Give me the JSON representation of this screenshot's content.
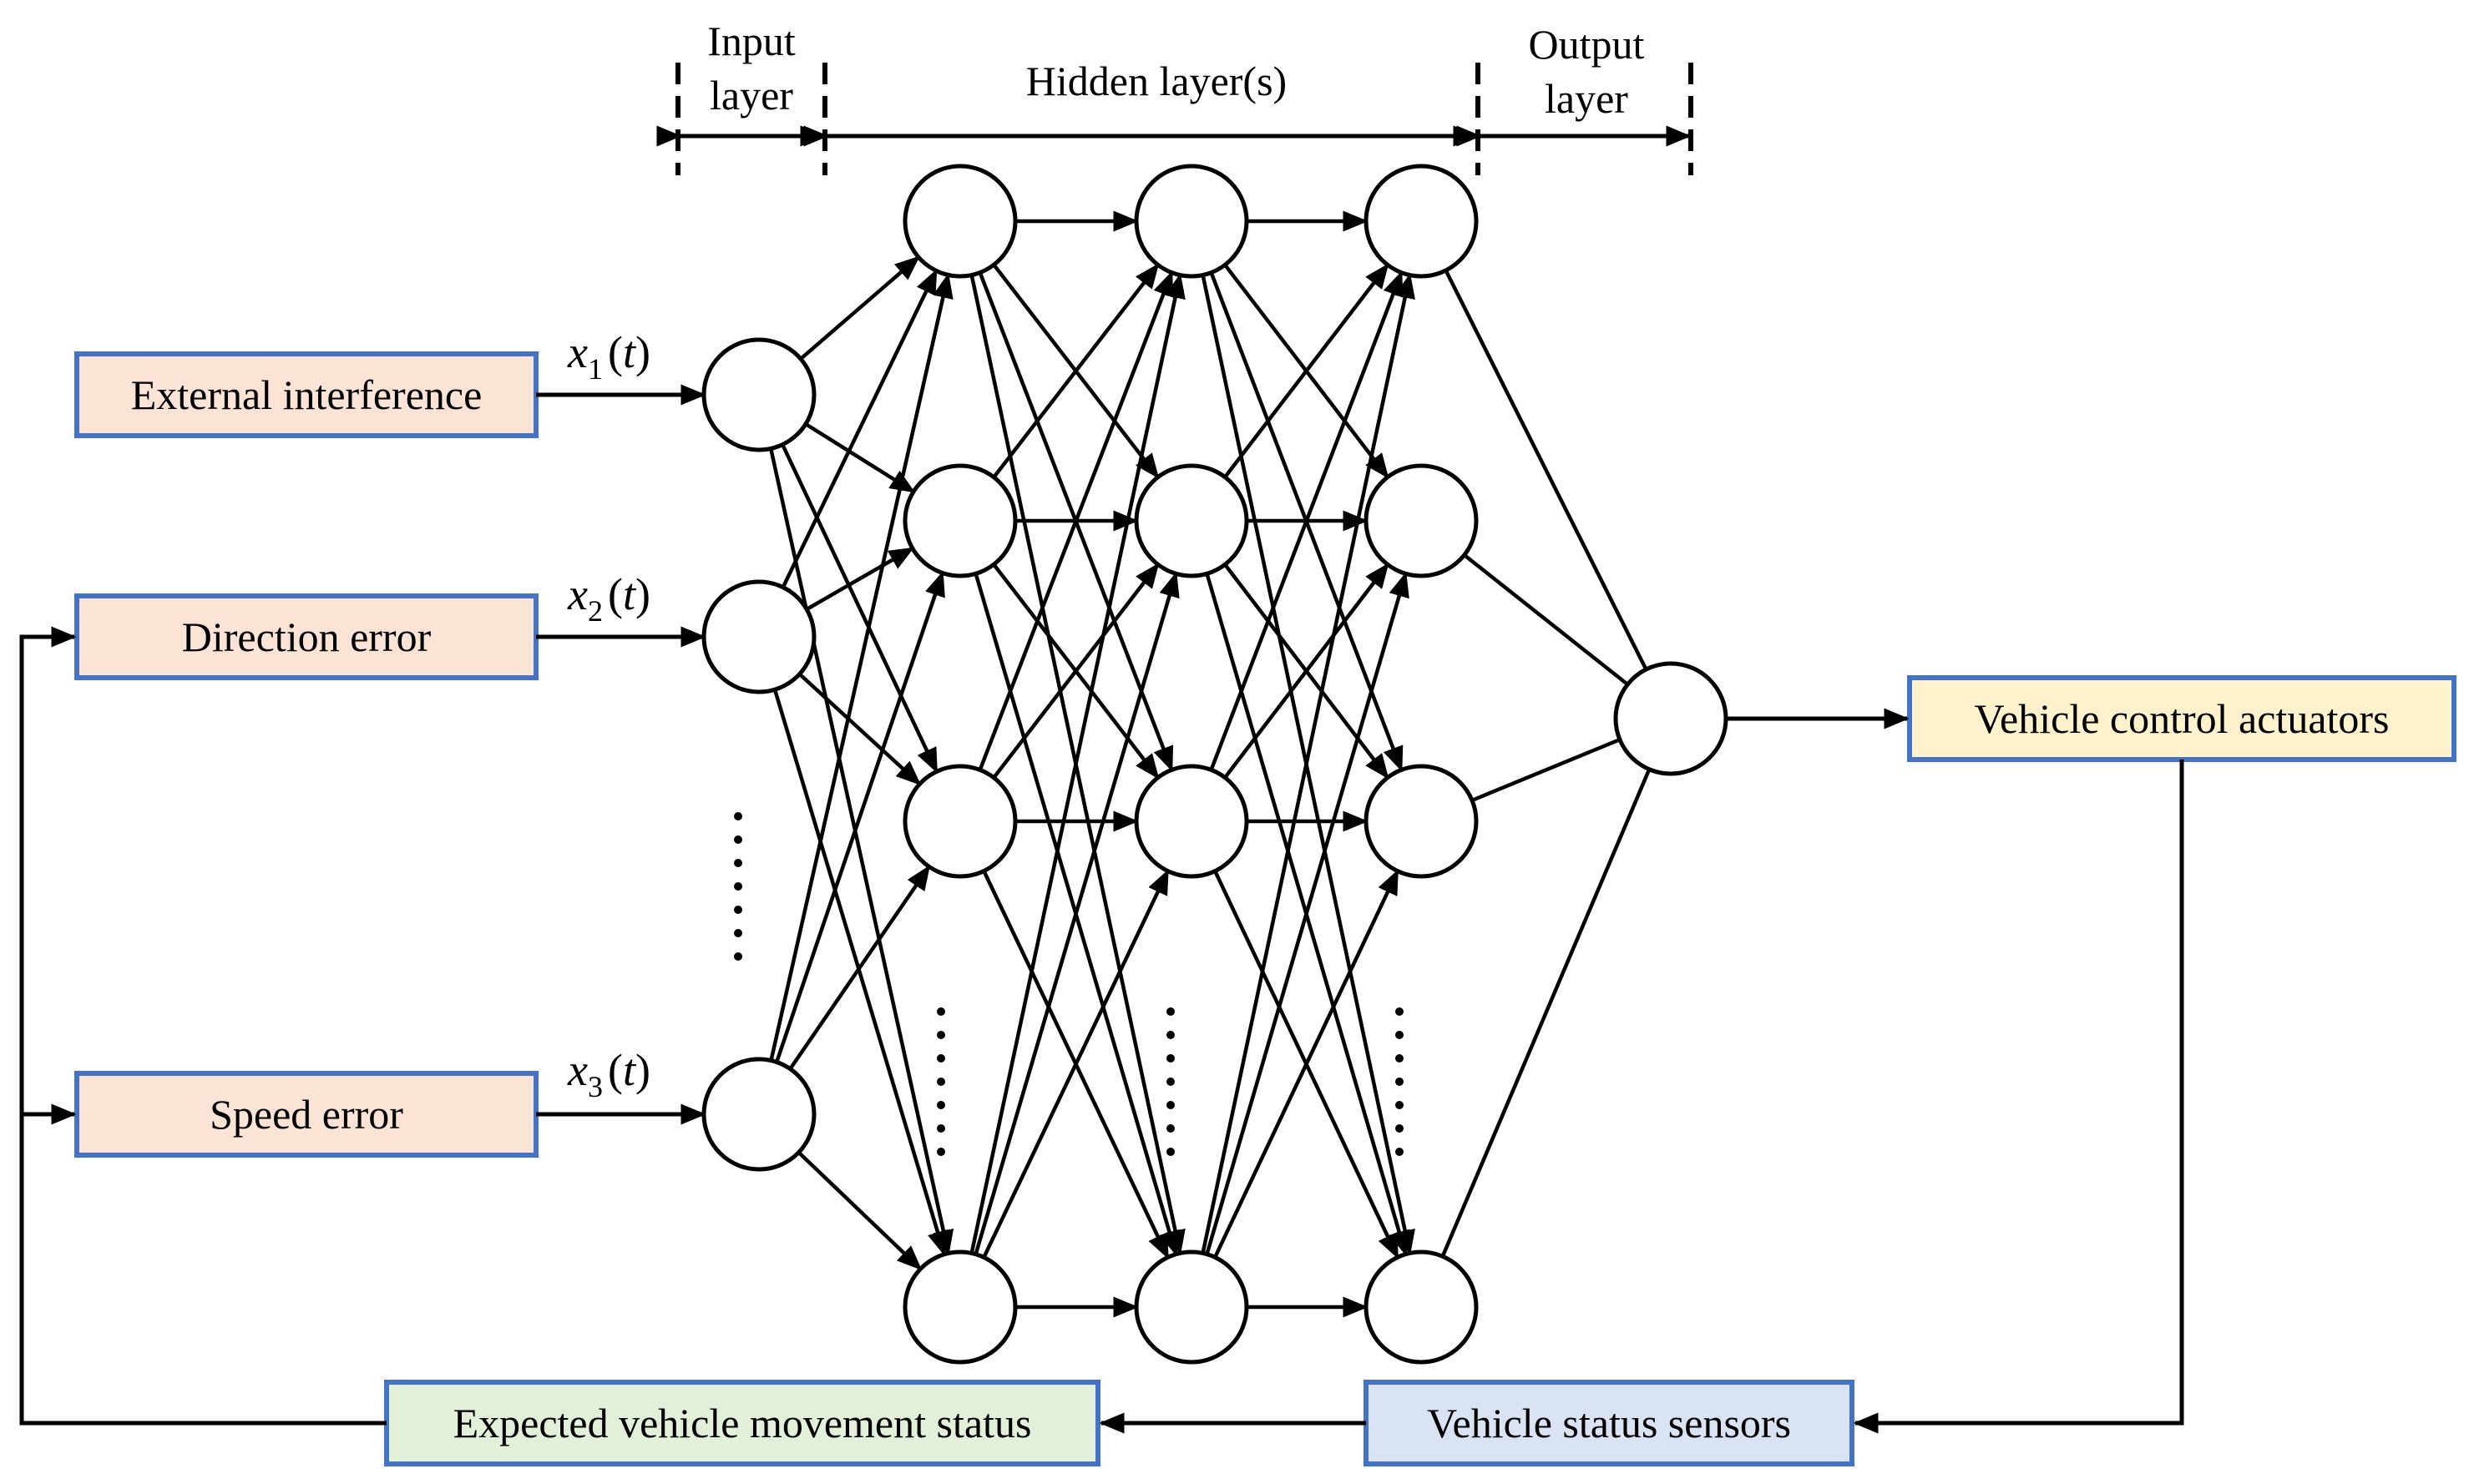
{
  "headers": {
    "input": [
      "Input",
      "layer"
    ],
    "hidden": "Hidden layer(s)",
    "output": [
      "Output",
      "layer"
    ]
  },
  "inputs": [
    {
      "label": "External interference",
      "var": "x",
      "sub": "1",
      "arg": "t"
    },
    {
      "label": "Direction error",
      "var": "x",
      "sub": "2",
      "arg": "t"
    },
    {
      "label": "Speed error",
      "var": "x",
      "sub": "3",
      "arg": "t"
    }
  ],
  "actuators_label": "Vehicle control actuators",
  "sensors_label": "Vehicle status sensors",
  "expected_label": "Expected vehicle movement status",
  "colors": {
    "box_border": "#4472C4",
    "input_fill": "#FBE3D6",
    "actuator_fill": "#FFF2CC",
    "sensor_fill": "#DAE3F3",
    "expected_fill": "#E2F0D9",
    "line": "#000000"
  }
}
